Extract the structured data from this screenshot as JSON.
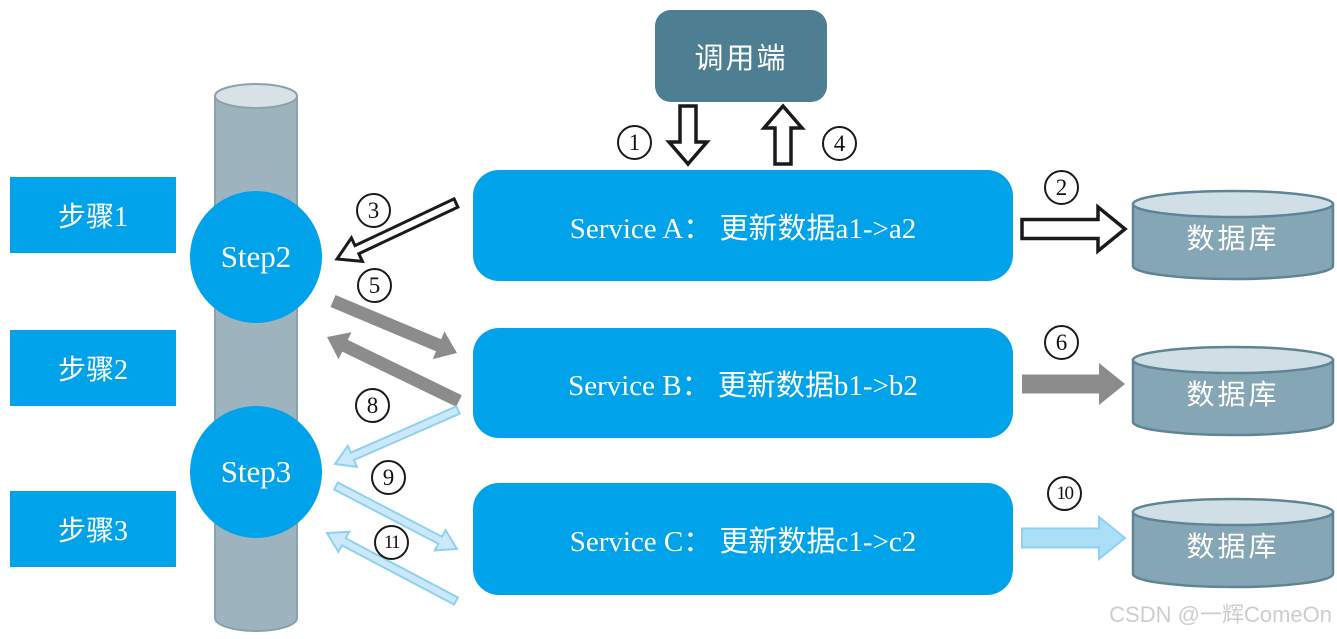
{
  "caller": {
    "label": "调用端"
  },
  "step_labels": [
    {
      "label": "步骤1"
    },
    {
      "label": "步骤2"
    },
    {
      "label": "步骤3"
    }
  ],
  "step_nodes": [
    {
      "label": "Step2"
    },
    {
      "label": "Step3"
    }
  ],
  "services": [
    {
      "label": "Service A： 更新数据a1->a2"
    },
    {
      "label": "Service B： 更新数据b1->b2"
    },
    {
      "label": "Service C： 更新数据c1->c2"
    }
  ],
  "databases": [
    {
      "label": "数据库"
    },
    {
      "label": "数据库"
    },
    {
      "label": "数据库"
    }
  ],
  "numbers": {
    "n1": "1",
    "n2": "2",
    "n3": "3",
    "n4": "4",
    "n5": "5",
    "n6": "6",
    "n8": "8",
    "n9": "9",
    "n10": "10",
    "n11": "11"
  },
  "watermark": {
    "text": "CSDN @一辉ComeOn"
  },
  "colors": {
    "primary_blue": "#00A2E9",
    "caller_teal": "#4E7E91",
    "db_body": "#85A6B4",
    "db_top": "#CFDFE5",
    "db_outline": "#5E8496",
    "pipe_body": "#9DB3BE",
    "pipe_top": "#D7E1E6",
    "pipe_outline": "#8AA2AD",
    "arrow_gray": "#8C8C8C",
    "arrow_lightblue_fill": "#CBE9FB",
    "arrow_lightblue_solid": "#ABDFF8",
    "arrow_lightblue_stroke": "#8FD1F3",
    "arrow_outline_black": "#1A1A1A",
    "watermark_gray": "#CDCDCD"
  }
}
